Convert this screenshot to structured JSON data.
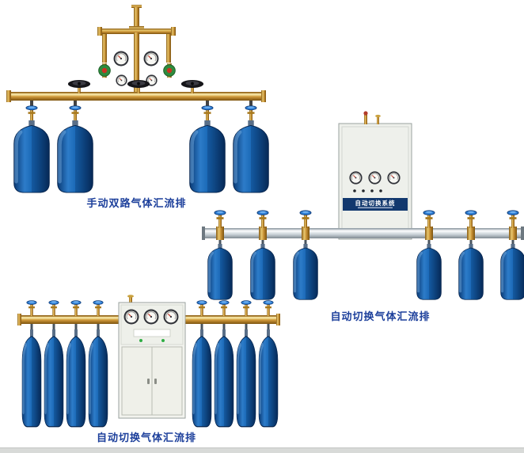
{
  "page": {
    "background": "#ffffff",
    "bottom_strip_color": "#d8dad8"
  },
  "products": [
    {
      "id": "manual-dual-manifold",
      "caption": "手动双路气体汇流排",
      "cylinders": 4
    },
    {
      "id": "auto-switch-manifold",
      "caption": "自动切换气体汇流排",
      "cylinders": 6,
      "cabinet_title": "自动切换系统"
    },
    {
      "id": "auto-switch-manifold-2",
      "caption": "自动切换气体汇流排",
      "cylinders": 8
    }
  ],
  "colors": {
    "caption_text": "#1c3f9b",
    "cylinder_blue_dark": "#0a3a75",
    "cylinder_blue_light": "#2d7cc9",
    "brass": "#c89135",
    "silver_pipe": "#c3ccd2",
    "cabinet_panel": "#eef0eb",
    "cabinet_band_navy": "#12386e",
    "valve_wheel_blue": "#2f7fd6",
    "regulator_green": "#2e8b3e",
    "regulator_knob_red": "#cc3322"
  }
}
